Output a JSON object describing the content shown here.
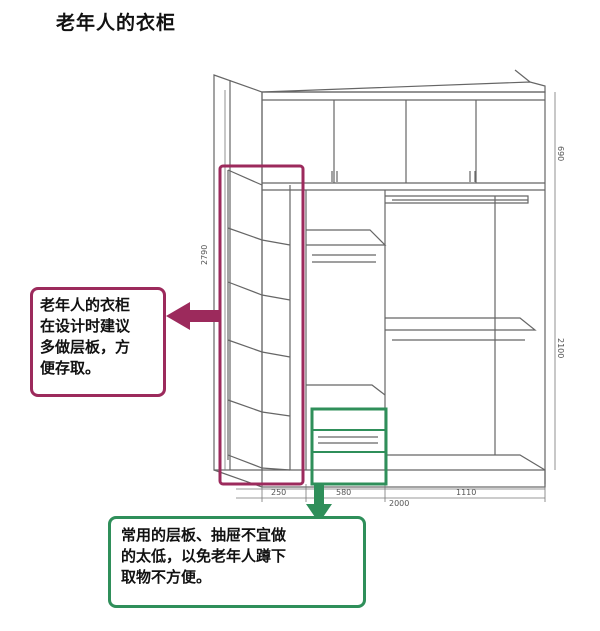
{
  "title": "老年人的衣柜",
  "dimensions": {
    "top_height": "690",
    "total_height": "2790",
    "lower_height": "2100",
    "width_left_shelf": "250",
    "width_middle": "580",
    "width_right": "1110",
    "total_width": "2000"
  },
  "callouts": {
    "left": {
      "lines": [
        "老年人的衣柜",
        "在设计时建议",
        "多做层板，方",
        "便存取。"
      ],
      "color": "#9c2a5c"
    },
    "bottom": {
      "lines": [
        "常用的层板、抽屉不宜做",
        "的太低，以免老年人蹲下",
        "取物不方便。"
      ],
      "color": "#2f8f5a"
    }
  }
}
